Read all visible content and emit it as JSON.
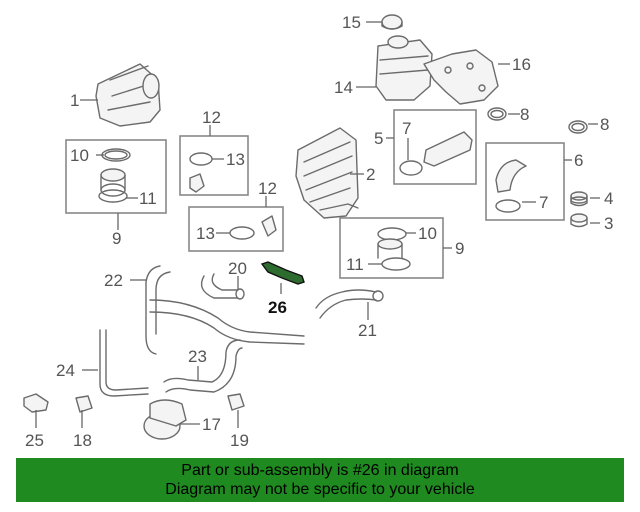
{
  "labels": {
    "l1": "1",
    "l2": "2",
    "l3": "3",
    "l4": "4",
    "l5": "5",
    "l6": "6",
    "l7a": "7",
    "l7b": "7",
    "l8a": "8",
    "l8b": "8",
    "l9a": "9",
    "l9b": "9",
    "l10a": "10",
    "l10b": "10",
    "l11a": "11",
    "l11b": "11",
    "l12a": "12",
    "l12b": "12",
    "l13a": "13",
    "l13b": "13",
    "l14": "14",
    "l15": "15",
    "l16": "16",
    "l17": "17",
    "l18": "18",
    "l19": "19",
    "l20": "20",
    "l21": "21",
    "l22": "22",
    "l23": "23",
    "l24": "24",
    "l25": "25",
    "l26": "26"
  },
  "banner": {
    "line1": "Part or sub-assembly is #26 in diagram",
    "line2": "Diagram may not be specific to your vehicle"
  },
  "colors": {
    "banner_bg": "#1f8a1f",
    "highlight_part": "#2e6b2e"
  }
}
